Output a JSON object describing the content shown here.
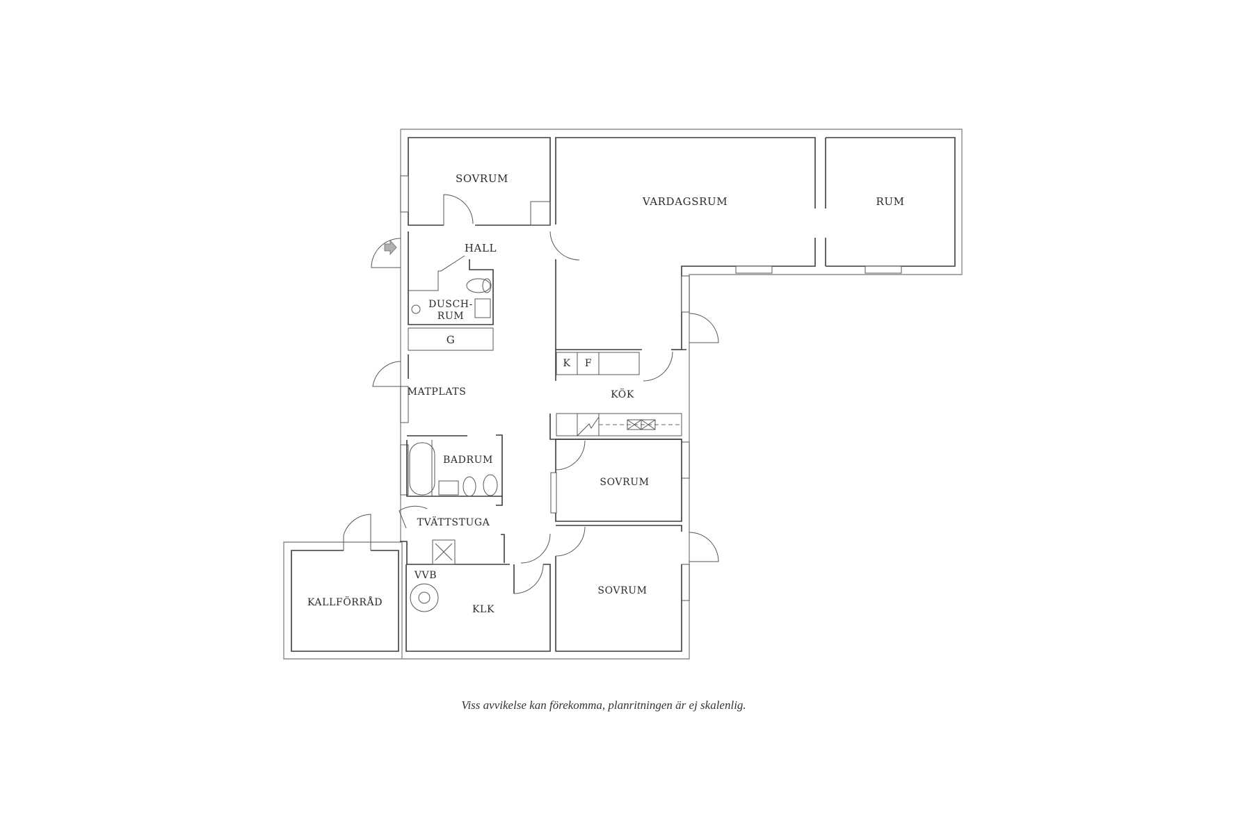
{
  "floorplan": {
    "rooms": [
      {
        "id": "sovrum-1",
        "label": "SOVRUM"
      },
      {
        "id": "vardagsrum",
        "label": "VARDAGSRUM"
      },
      {
        "id": "rum",
        "label": "RUM"
      },
      {
        "id": "hall",
        "label": "HALL"
      },
      {
        "id": "duschrum",
        "label_line1": "DUSCH-",
        "label_line2": "RUM"
      },
      {
        "id": "garderob",
        "label": "G"
      },
      {
        "id": "matplats",
        "label": "MATPLATS"
      },
      {
        "id": "kok",
        "label": "KÖK"
      },
      {
        "id": "badrum",
        "label": "BADRUM"
      },
      {
        "id": "sovrum-2",
        "label": "SOVRUM"
      },
      {
        "id": "tvattstuga",
        "label": "TVÄTTSTUGA"
      },
      {
        "id": "sovrum-3",
        "label": "SOVRUM"
      },
      {
        "id": "kallforrad",
        "label": "KALLFÖRRÅD"
      },
      {
        "id": "klk",
        "label": "KLK"
      }
    ],
    "fixtures": {
      "kyl": "K",
      "frys": "F",
      "vvb": "VVB"
    },
    "icons": {
      "entrance": "entrance-arrow-icon"
    },
    "colors": {
      "wall": "#3a3a3a",
      "outer_wall": "#8a8a8a",
      "background": "#ffffff",
      "entrance_arrow": "#b0b0b0"
    }
  },
  "caption": "Viss avvikelse kan förekomma, planritningen är ej skalenlig."
}
